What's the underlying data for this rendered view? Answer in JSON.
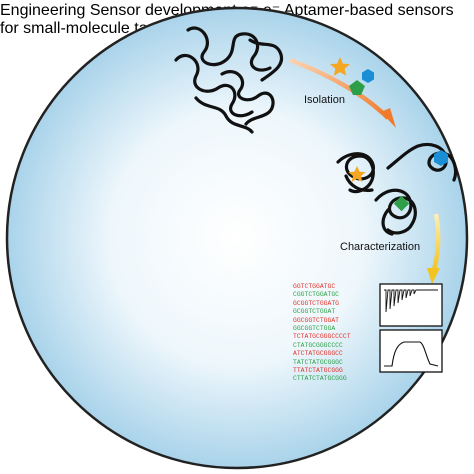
{
  "title_line1": "Aptamer-based sensors",
  "title_line2": "for small-molecule targets",
  "steps": {
    "isolation": "Isolation",
    "characterization": "Characterization",
    "engineering": "Engineering",
    "sensor_development": "Sensor development"
  },
  "electron_label": "e⁻",
  "sequences": [
    {
      "text": "GGTCTGGATGC",
      "color": "#e4342b"
    },
    {
      "text": "CGGTCTGGATGC",
      "color": "#2fa04a"
    },
    {
      "text": "GCGGTCTGGATG",
      "color": "#e4342b"
    },
    {
      "text": "GCGGTCTGGAT",
      "color": "#2fa04a"
    },
    {
      "text": "GGCGGTCTGGAT",
      "color": "#e4342b"
    },
    {
      "text": "GGCGGTCTGGA",
      "color": "#2fa04a"
    },
    {
      "text": "TCTATGCGGGCCCCT",
      "color": "#e4342b"
    },
    {
      "text": "CTATGCGGGCCCC",
      "color": "#2fa04a"
    },
    {
      "text": "ATCTATGCGGGCC",
      "color": "#e4342b"
    },
    {
      "text": "TATCTATGCGGGC",
      "color": "#2fa04a"
    },
    {
      "text": "TTATCTATGCGGG",
      "color": "#e4342b"
    },
    {
      "text": "CTTATCTATGCGGG",
      "color": "#2fa04a"
    }
  ],
  "colors": {
    "circle_fill_center": "#ffffff",
    "circle_fill_edge": "#a9d3ea",
    "target_star": "#f5a623",
    "target_hexagon": "#1b8fd6",
    "target_pentagon": "#2e9e48",
    "arrow_isolation": "#f07a28",
    "arrow_characterization": "#f2c321",
    "arrow_engineering": "#a4c93b",
    "arrow_sensor_development": "#5cbf3a"
  }
}
